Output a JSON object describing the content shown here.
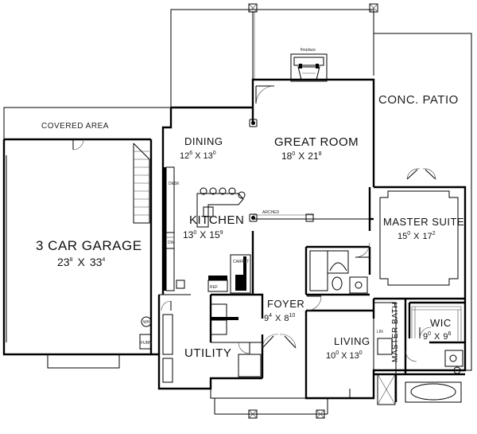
{
  "areas": {
    "covered_area": "COVERED AREA",
    "patio": "CONC. PATIO"
  },
  "rooms": {
    "dining": {
      "name": "DINING",
      "w": "12",
      "w_in": "6",
      "x": "X",
      "d": "13",
      "d_in": "0"
    },
    "great_room": {
      "name": "GREAT ROOM",
      "w": "18",
      "w_in": "0",
      "x": "X",
      "d": "21",
      "d_in": "8"
    },
    "kitchen": {
      "name": "KITCHEN",
      "w": "13",
      "w_in": "0",
      "x": "X",
      "d": "15",
      "d_in": "9"
    },
    "garage": {
      "name": "3 CAR GARAGE",
      "w": "23",
      "w_in": "8",
      "x": "X",
      "d": "33",
      "d_in": "4"
    },
    "master_suite": {
      "name": "MASTER SUITE",
      "w": "15",
      "w_in": "0",
      "x": "X",
      "d": "17",
      "d_in": "2"
    },
    "foyer": {
      "name": "FOYER",
      "w": "9",
      "w_in": "4",
      "x": "X",
      "d": "8",
      "d_in": "10"
    },
    "living": {
      "name": "LIVING",
      "w": "10",
      "w_in": "0",
      "x": "X",
      "d": "13",
      "d_in": "0"
    },
    "wic": {
      "name": "WIC",
      "w": "9",
      "w_in": "0",
      "x": "X",
      "d": "9",
      "d_in": "6"
    },
    "utility": {
      "name": "UTILITY"
    },
    "master_bath": {
      "name": "MASTER BATH"
    }
  },
  "small_labels": {
    "fireplace": "fireplace",
    "arched": "ARCHED",
    "desk": "DESK",
    "carpet": "CARPET",
    "dw": "DW",
    "ref": "REF",
    "wh": "WH",
    "furn": "FURN",
    "lin": "LIN"
  }
}
